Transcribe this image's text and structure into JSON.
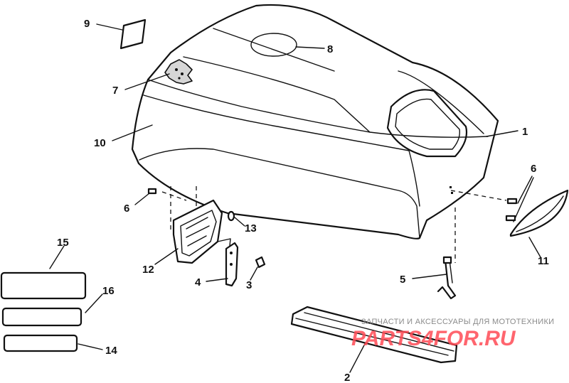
{
  "callouts": {
    "n1": "1",
    "n2": "2",
    "n3": "3",
    "n4": "4",
    "n5": "5",
    "n6a": "6",
    "n6b": "6",
    "n7": "7",
    "n8": "8",
    "n9": "9",
    "n10": "10",
    "n11": "11",
    "n12": "12",
    "n13": "13",
    "n14": "14",
    "n15": "15",
    "n16": "16"
  },
  "watermark": {
    "caption": "ЗАПЧАСТИ И АКСЕССУАРЫ ДЛЯ МОТОТЕХНИКИ",
    "logo": "PARTS4FOR.RU"
  },
  "colors": {
    "line": "#111111",
    "watermark_logo": "#ff4b55",
    "watermark_caption": "#8a8a8a"
  }
}
